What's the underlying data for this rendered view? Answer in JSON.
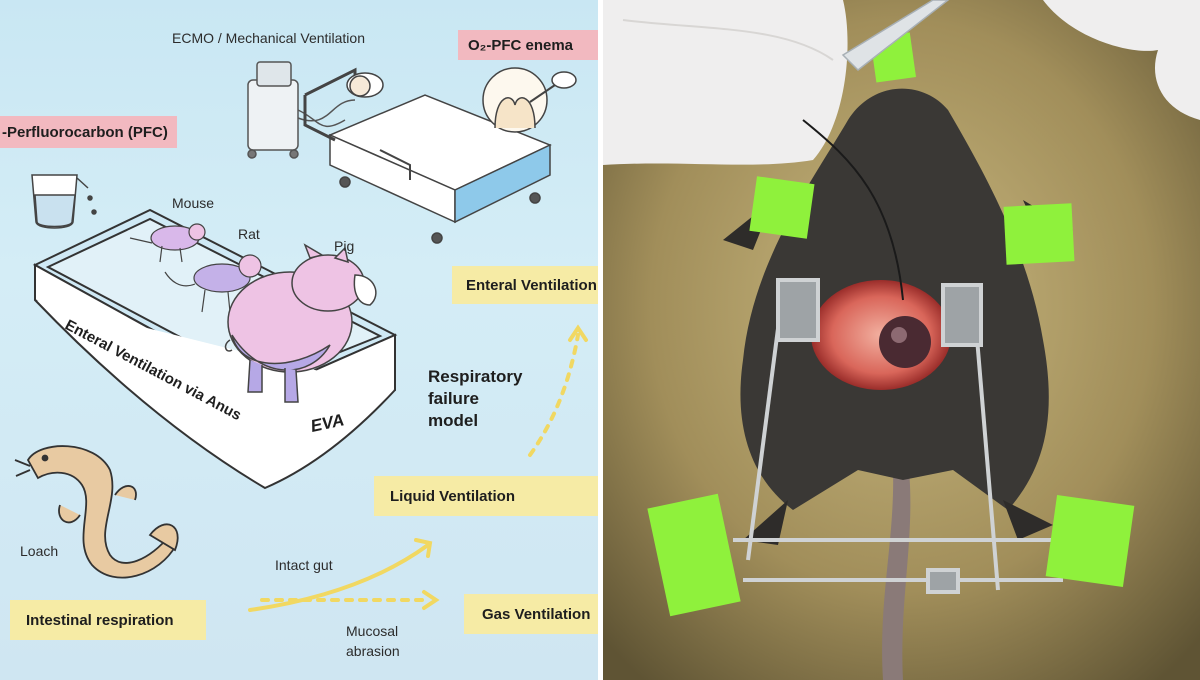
{
  "diagram": {
    "labels": {
      "ecmo": "ECMO / Mechanical Ventilation",
      "o2pfc_enema": "O₂-PFC enema",
      "pfc": "-Perfluorocarbon (PFC)",
      "mouse": "Mouse",
      "rat": "Rat",
      "pig": "Pig",
      "enteral_ventilation": "Enteral Ventilation",
      "tub_text": "Enteral Ventilation via Anus",
      "eva": "EVA",
      "respiratory_failure_model": [
        "Respiratory",
        "failure",
        "model"
      ],
      "loach": "Loach",
      "intact_gut": "Intact gut",
      "liquid_ventilation": "Liquid Ventilation",
      "gas_ventilation": "Gas Ventilation",
      "intestinal_respiration": "Intestinal respiration",
      "mucosal_abrasion": [
        "Mucosal",
        "abrasion"
      ]
    }
  },
  "colors": {
    "background": "#cde8f3",
    "yellow_box": "#f6eba5",
    "pink_box": "#f2b9c0",
    "arrow": "#f1d862",
    "pig_pink": "#eec3e4",
    "pig_purple": "#b6a8e6",
    "glove": "#efeeee",
    "tape_green": "#8ff13c"
  },
  "photo": {
    "icons": [
      "surgical-glove-icon",
      "mouse-body-icon",
      "green-tape-icon",
      "retractor-icon"
    ]
  }
}
